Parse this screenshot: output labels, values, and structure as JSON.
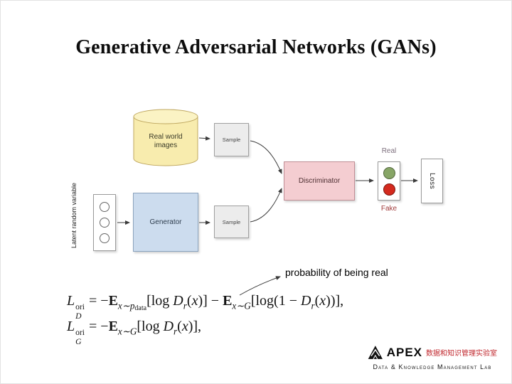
{
  "slide": {
    "title": "Generative Adversarial Networks (GANs)"
  },
  "diagram": {
    "cylinder_label_line1": "Real world",
    "cylinder_label_line2": "images",
    "sample1_label": "Sample",
    "sample2_label": "Sample",
    "generator_label": "Generator",
    "discriminator_label": "Discriminator",
    "latent_label": "Latent random variable",
    "real_label": "Real",
    "fake_label": "Fake",
    "loss_label": "Loss"
  },
  "annotation": {
    "text": "probability of being real"
  },
  "formulas": {
    "line1": [
      {
        "t": "L",
        "c": "it"
      },
      {
        "sup": "ori",
        "sub": "D"
      },
      {
        "t": " = −",
        "c": "n"
      },
      {
        "t": "E",
        "c": "bb"
      },
      {
        "t": "x∼p",
        "c": "sub"
      },
      {
        "t": "data",
        "c": "subsub"
      },
      {
        "t": "[log ",
        "c": "n"
      },
      {
        "t": "D",
        "c": "it"
      },
      {
        "t": "r",
        "c": "sub"
      },
      {
        "t": "(",
        "c": "n"
      },
      {
        "t": "x",
        "c": "it"
      },
      {
        "t": ")] − ",
        "c": "n"
      },
      {
        "t": "E",
        "c": "bb"
      },
      {
        "t": "x∼G",
        "c": "sub"
      },
      {
        "t": "[log(1 − ",
        "c": "n"
      },
      {
        "t": "D",
        "c": "it"
      },
      {
        "t": "r",
        "c": "sub"
      },
      {
        "t": "(",
        "c": "n"
      },
      {
        "t": "x",
        "c": "it"
      },
      {
        "t": "))],",
        "c": "n"
      }
    ],
    "line2": [
      {
        "t": "L",
        "c": "it"
      },
      {
        "sup": "ori",
        "sub": "G"
      },
      {
        "t": " = −",
        "c": "n"
      },
      {
        "t": "E",
        "c": "bb"
      },
      {
        "t": "x∼G",
        "c": "sub"
      },
      {
        "t": "[log ",
        "c": "n"
      },
      {
        "t": "D",
        "c": "it"
      },
      {
        "t": "r",
        "c": "sub"
      },
      {
        "t": "(",
        "c": "n"
      },
      {
        "t": "x",
        "c": "it"
      },
      {
        "t": ")],",
        "c": "n"
      }
    ]
  },
  "footer": {
    "logo_text": "APEX",
    "cn_text": "数据和知识管理实验室",
    "lab_name": "Data & Knowledge Management Lab"
  },
  "colors": {
    "cylinder_fill": "#f8ecae",
    "generator_fill": "#ccdcee",
    "discriminator_fill": "#f4cdd1",
    "sample_fill": "#ececec",
    "real_dot": "#87a566",
    "fake_dot": "#d42a1e",
    "real_label": "#7d6f7d",
    "fake_label": "#a03b3b",
    "cn_text": "#c0272d"
  }
}
